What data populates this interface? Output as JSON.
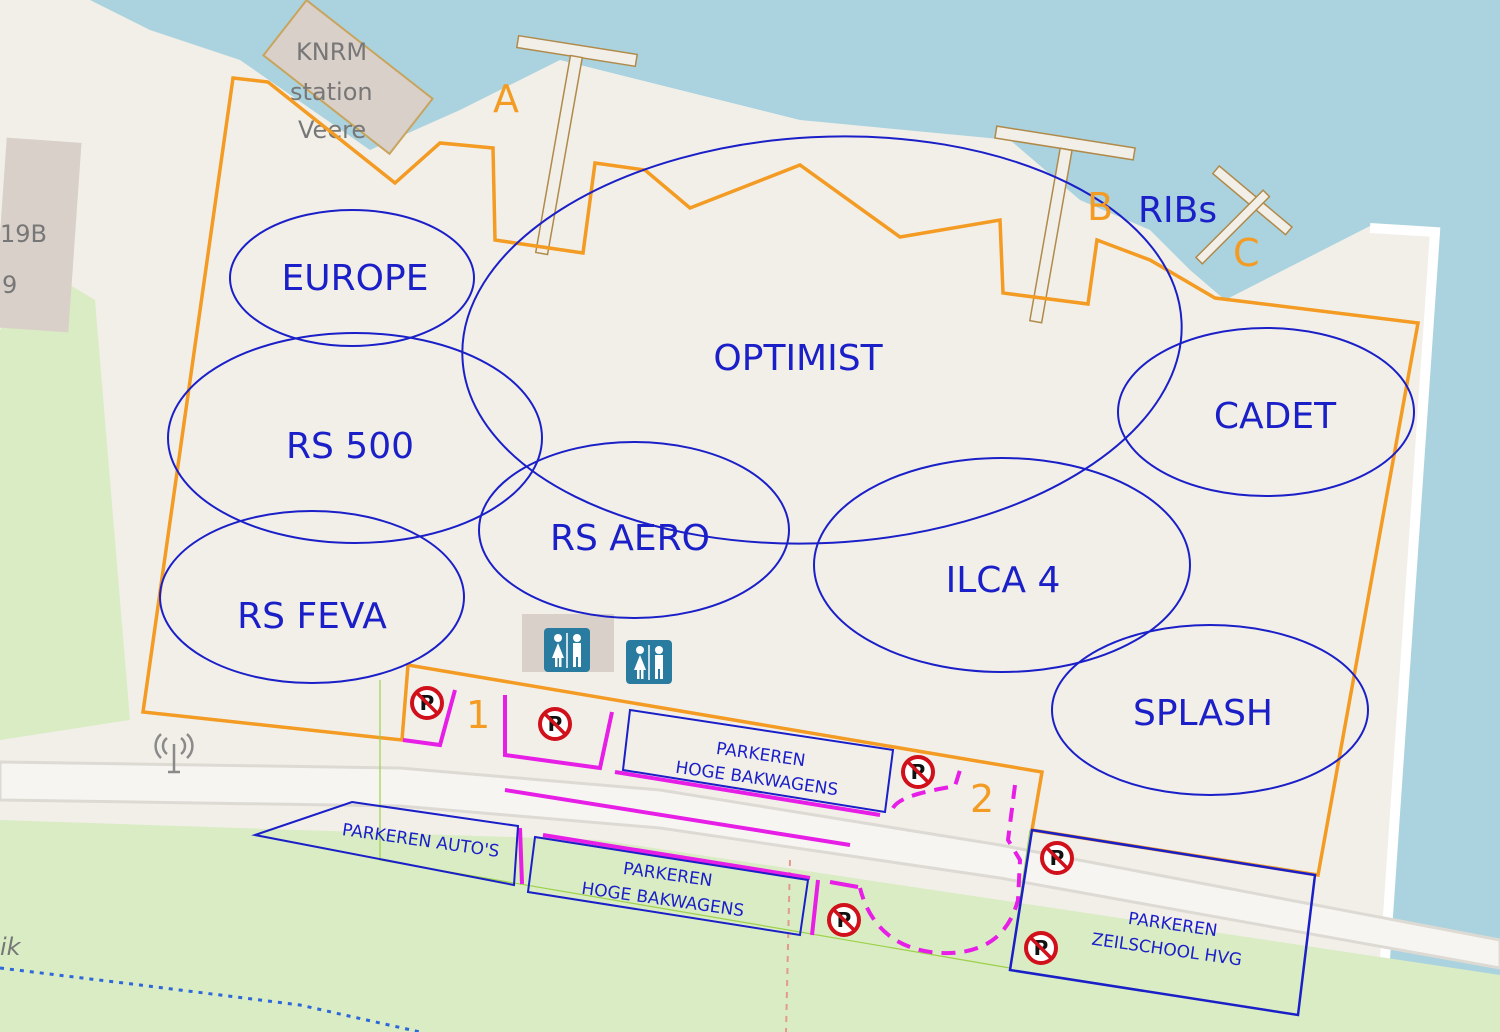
{
  "map": {
    "base_labels": {
      "knrm": [
        "KNRM",
        "station",
        "Veere"
      ],
      "house_19b": "19B",
      "house_9": "9",
      "road_fragment": "ik"
    },
    "zones": {
      "europe": "EUROPE",
      "optimist": "OPTIMIST",
      "rs500": "RS 500",
      "rs_aero": "RS AERO",
      "rs_feva": "RS FEVA",
      "ilca4": "ILCA 4",
      "cadet": "CADET",
      "splash": "SPLASH",
      "ribs": "RIBs"
    },
    "jetties": {
      "a": "A",
      "b": "B",
      "c": "C"
    },
    "areas": {
      "one": "1",
      "two": "2"
    },
    "parking": {
      "trucks_north": [
        "PARKEREN",
        "HOGE BAKWAGENS"
      ],
      "trucks_south": [
        "PARKEREN",
        "HOGE BAKWAGENS"
      ],
      "cars": "PARKEREN AUTO'S",
      "school": [
        "PARKEREN",
        "ZEILSCHOOL HVG"
      ]
    },
    "no_parking_sign": "P",
    "colors": {
      "water": "#aad3df",
      "land": "#f2efe9",
      "grass": "#d9ecc4",
      "building": "#d9d0c9",
      "event_area": "#f39b22",
      "zones": "#1a1fc7",
      "no_parking_lines": "#e61ee6",
      "toilet_sign": "#2a7ba0",
      "no_parking_sign": "#d0101a"
    },
    "icons": [
      "toilet-icon",
      "toilet-icon",
      "antenna-icon",
      "no-parking-icon"
    ]
  }
}
